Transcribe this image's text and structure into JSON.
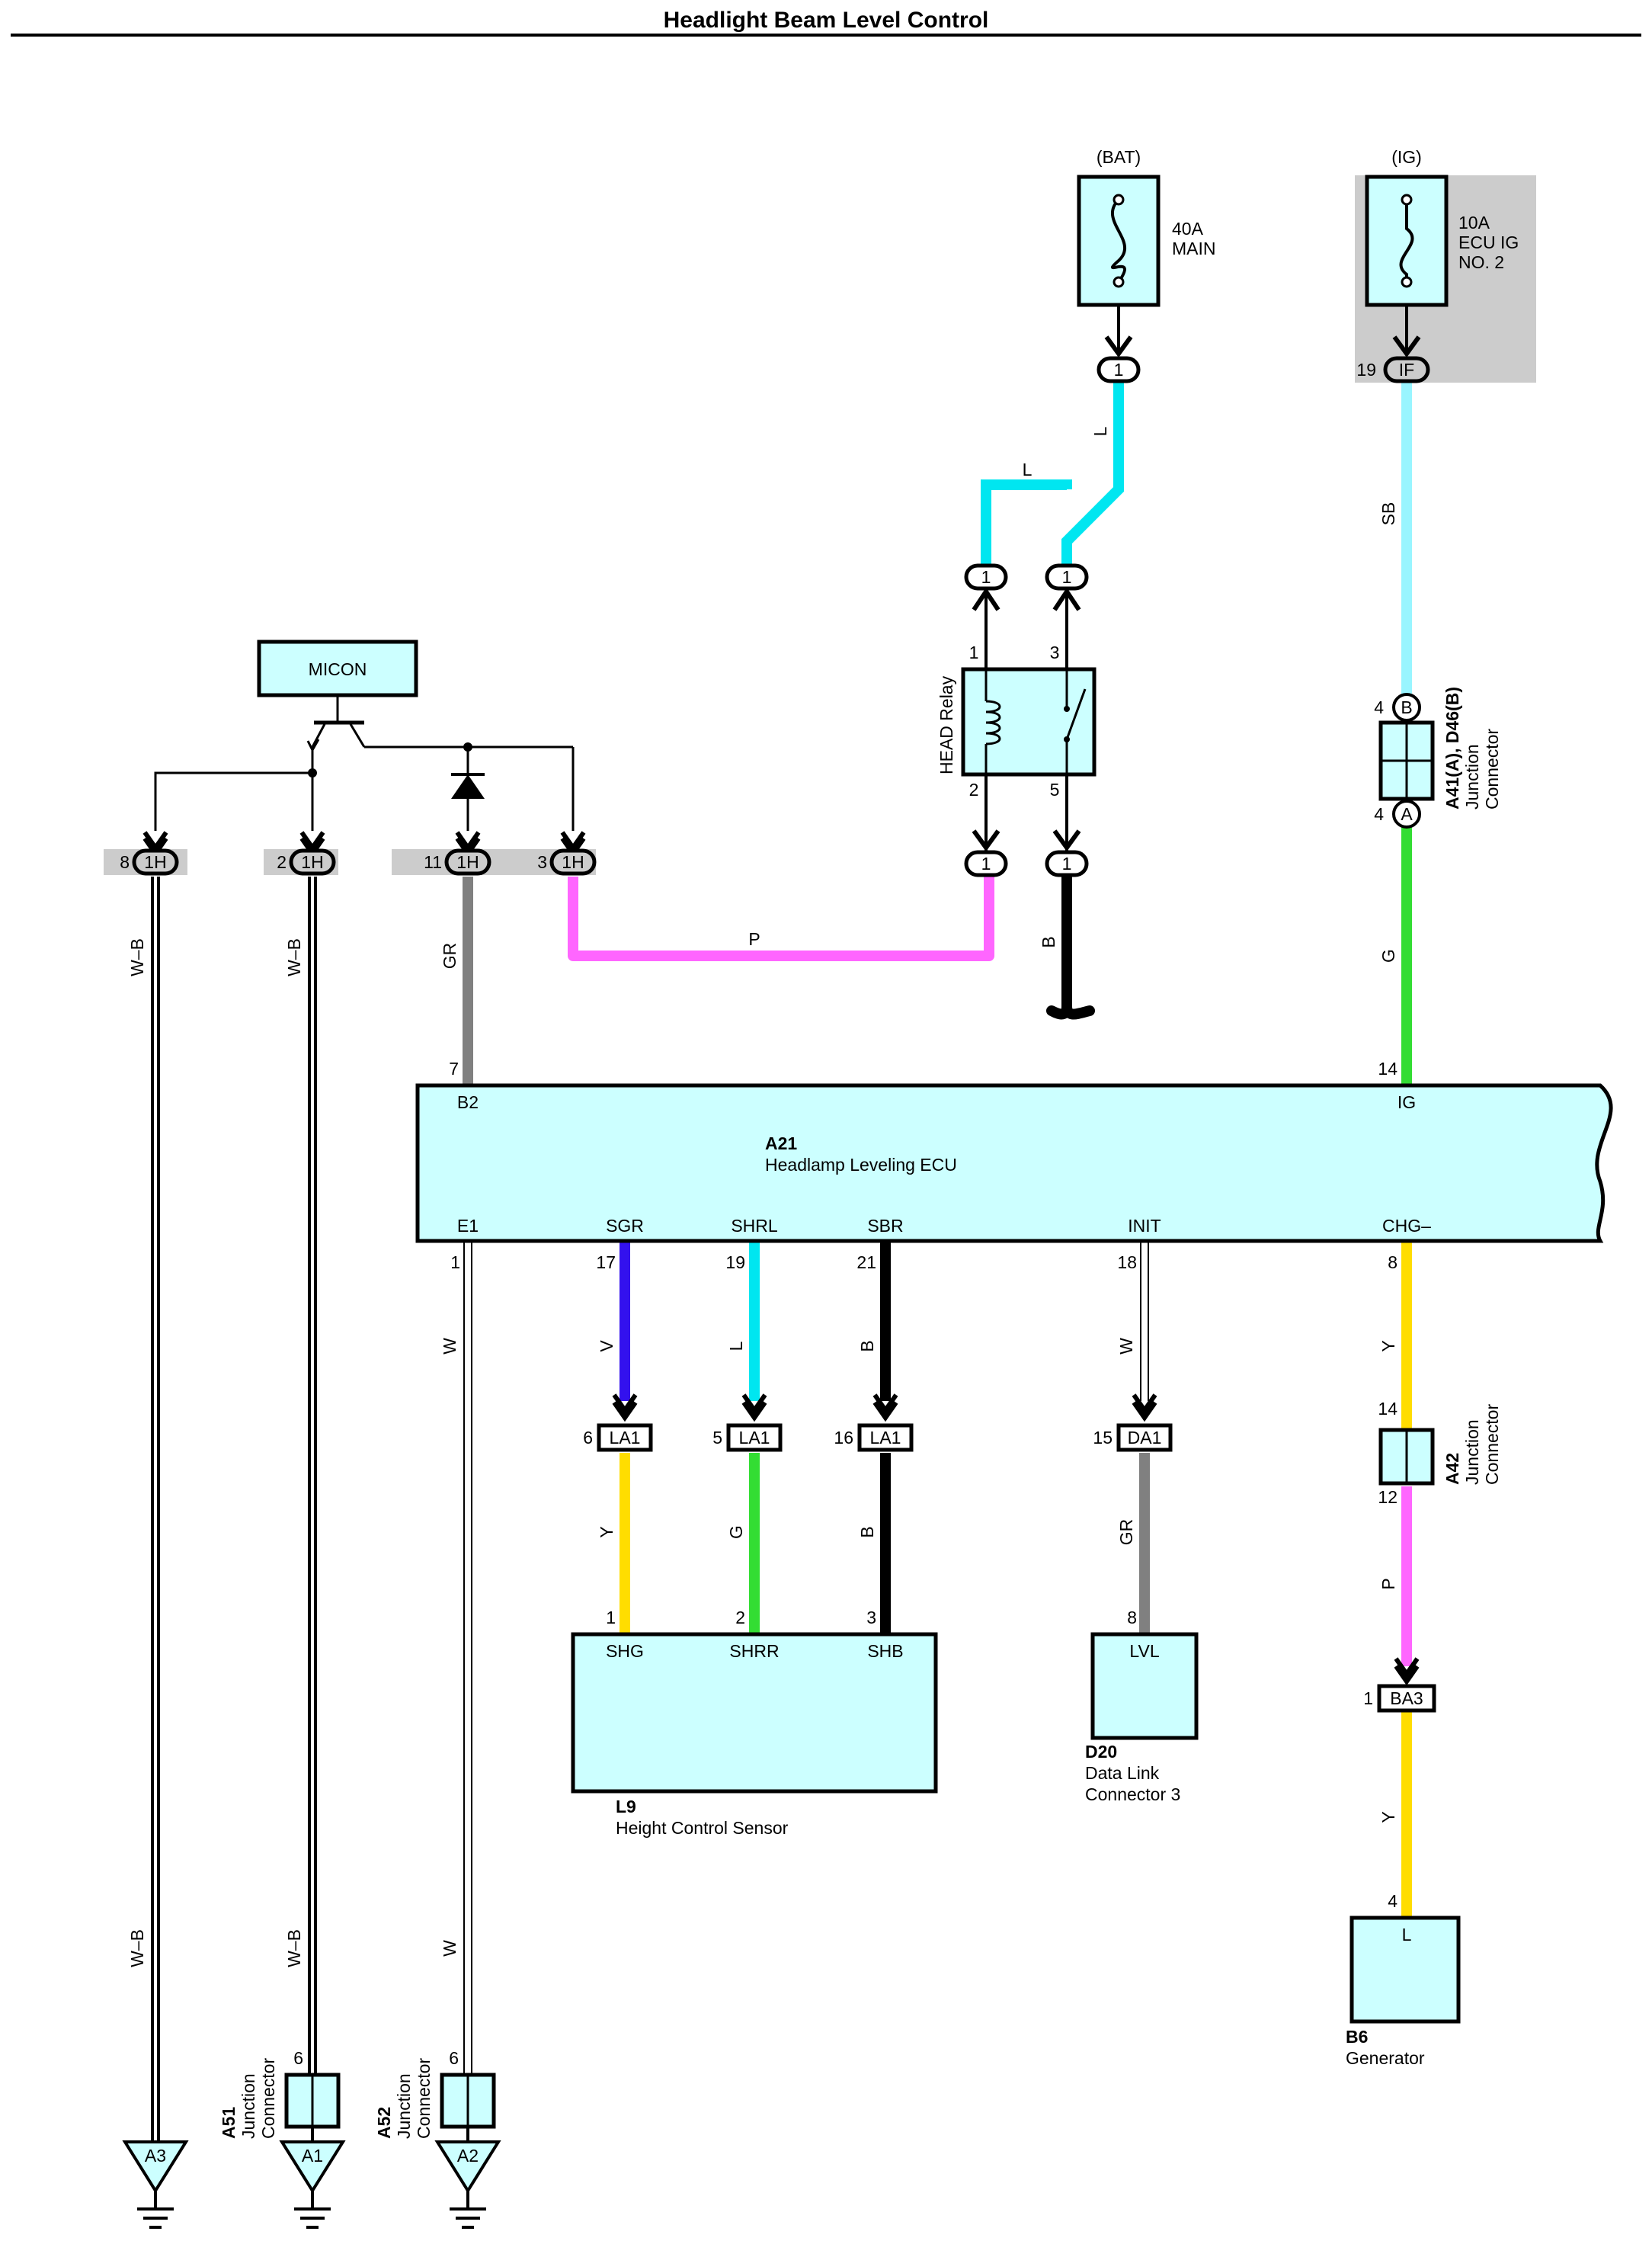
{
  "title": "Headlight Beam Level Control",
  "colors": {
    "component_fill": "#ccffff",
    "shade": "#cccccc",
    "L": "#00e6f0",
    "P": "#ff66ff",
    "SB": "#99f5ff",
    "G": "#33dd33",
    "GR": "#808080",
    "V": "#3311ee",
    "Y": "#ffdd00",
    "B": "#000000"
  },
  "sources": {
    "bat": {
      "label": "(BAT)",
      "fuse_amp": "40A",
      "fuse_name": "MAIN",
      "pin": "1"
    },
    "ig": {
      "label": "(IG)",
      "fuse_amp": "10A",
      "fuse_line1": "ECU IG",
      "fuse_line2": "NO. 2",
      "pin_num": "19",
      "pin": "IF"
    }
  },
  "head_relay": {
    "label": "HEAD Relay",
    "pin1": "1",
    "pin2": "2",
    "pin3": "3",
    "pin5": "5",
    "conn": "1"
  },
  "micon": {
    "label": "MICON"
  },
  "micon_connectors": [
    {
      "num": "8",
      "code": "1H"
    },
    {
      "num": "2",
      "code": "1H"
    },
    {
      "num": "11",
      "code": "1H"
    },
    {
      "num": "3",
      "code": "1H"
    }
  ],
  "junction_a41": {
    "label1": "A41(A), D46(B)",
    "label2": "Junction",
    "label3": "Connector",
    "pin_b_num": "4",
    "pin_b": "B",
    "pin_a_num": "4",
    "pin_a": "A"
  },
  "ecu": {
    "id": "A21",
    "name": "Headlamp Leveling ECU",
    "top_pins": [
      {
        "num": "7",
        "name": "B2"
      },
      {
        "num": "14",
        "name": "IG"
      }
    ],
    "bottom_pins": [
      {
        "num": "1",
        "name": "E1"
      },
      {
        "num": "17",
        "name": "SGR"
      },
      {
        "num": "19",
        "name": "SHRL"
      },
      {
        "num": "21",
        "name": "SBR"
      },
      {
        "num": "18",
        "name": "INIT"
      },
      {
        "num": "8",
        "name": "CHG–"
      }
    ]
  },
  "wires": {
    "L": "L",
    "P": "P",
    "B": "B",
    "SB": "SB",
    "G": "G",
    "GR": "GR",
    "WB": "W–B",
    "W": "W",
    "V": "V",
    "Y": "Y"
  },
  "mid_connectors": [
    {
      "num": "6",
      "code": "LA1"
    },
    {
      "num": "5",
      "code": "LA1"
    },
    {
      "num": "16",
      "code": "LA1"
    },
    {
      "num": "15",
      "code": "DA1"
    }
  ],
  "junction_a42": {
    "id": "A42",
    "label2": "Junction",
    "label3": "Connector",
    "pin_top": "14",
    "pin_bottom": "12"
  },
  "ba3": {
    "num": "1",
    "code": "BA3"
  },
  "height_sensor": {
    "id": "L9",
    "name": "Height Control Sensor",
    "pins": [
      {
        "num": "1",
        "name": "SHG"
      },
      {
        "num": "2",
        "name": "SHRR"
      },
      {
        "num": "3",
        "name": "SHB"
      }
    ]
  },
  "dlc": {
    "id": "D20",
    "name1": "Data Link",
    "name2": "Connector 3",
    "pin_num": "8",
    "pin": "LVL"
  },
  "generator": {
    "id": "B6",
    "name": "Generator",
    "pin_num": "4",
    "pin": "L"
  },
  "junction_a51": {
    "id": "A51",
    "label2": "Junction",
    "label3": "Connector",
    "pin": "6"
  },
  "junction_a52": {
    "id": "A52",
    "label2": "Junction",
    "label3": "Connector",
    "pin": "6"
  },
  "grounds": [
    {
      "code": "A3"
    },
    {
      "code": "A1"
    },
    {
      "code": "A2"
    }
  ]
}
